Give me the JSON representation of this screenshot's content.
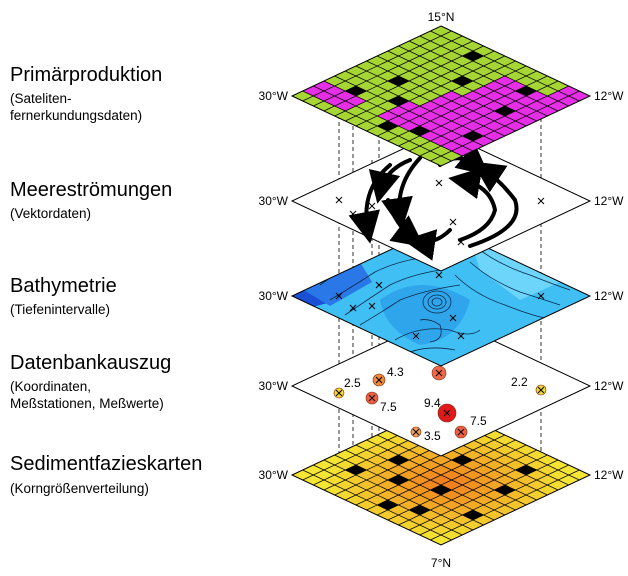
{
  "top_label": "15°N",
  "bottom_label": "7°N",
  "left_lon": "30°W",
  "right_lon": "12°W",
  "layers": [
    {
      "title": "Primärproduktion",
      "subtitle": "(Sateliten-\nfernerkundungsdaten)"
    },
    {
      "title": "Meereströmungen",
      "subtitle": "(Vektordaten)"
    },
    {
      "title": "Bathymetrie",
      "subtitle": "(Tiefenintervalle)"
    },
    {
      "title": "Datenbankauszug",
      "subtitle": "(Koordinaten,\nMeßstationen, Meßwerte)"
    },
    {
      "title": "Sedimentfazieskarten",
      "subtitle": "(Korngrößenverteilung)"
    }
  ],
  "measurements": [
    "2.5",
    "4.3",
    "7.5",
    "9.4",
    "7.5",
    "3.5",
    "2.2"
  ],
  "colors": {
    "productivity_green": "#a6d633",
    "productivity_magenta": "#e62ee6",
    "bathymetry_blue": "#33b5f0",
    "bathymetry_deep": "#1a4fd6",
    "sediment_yellow": "#f5e633",
    "sediment_orange": "#f07a1a",
    "station_red": "#e01a1a"
  }
}
